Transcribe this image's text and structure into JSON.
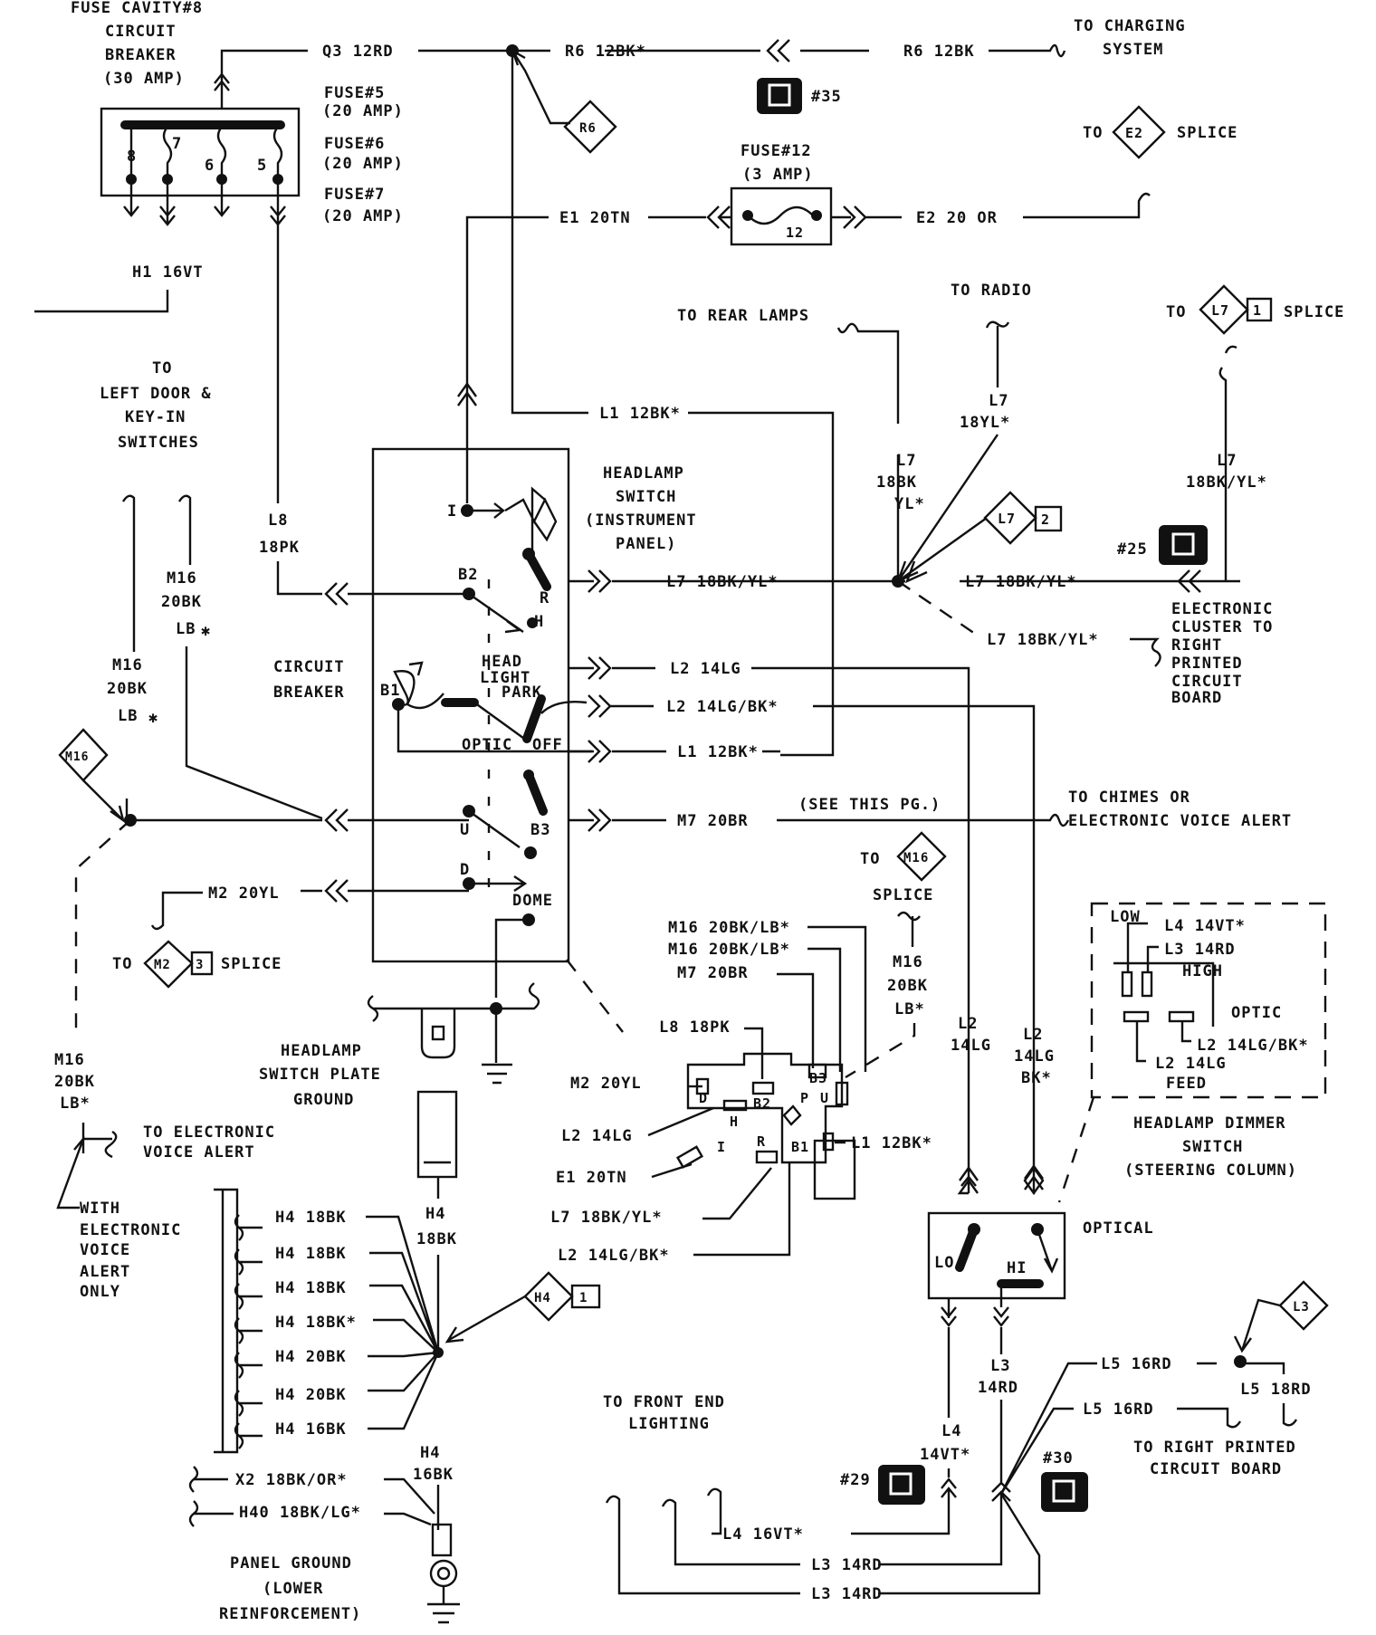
{
  "fuse_cavity": [
    "FUSE CAVITY#8",
    "CIRCUIT",
    "BREAKER",
    "(30 AMP)"
  ],
  "fuse_numbers": [
    "8",
    "7",
    "6",
    "5"
  ],
  "fuse5": [
    "FUSE#5",
    "(20 AMP)"
  ],
  "fuse6": [
    "FUSE#6",
    "(20 AMP)"
  ],
  "fuse7": [
    "FUSE#7",
    "(20 AMP)"
  ],
  "fuse12": [
    "FUSE#12",
    "(3 AMP)"
  ],
  "fuse12_num": "12",
  "wire_h1": "H1 16VT",
  "wire_q3": "Q3 12RD",
  "wire_r6a": "R6 12BK*",
  "wire_r6b": "R6 12BK",
  "to_charging": [
    "TO CHARGING",
    "SYSTEM"
  ],
  "conn35": "#35",
  "diamond_r6": "R6",
  "to_e2": [
    "TO",
    "E2",
    "SPLICE"
  ],
  "wire_e1": "E1 20TN",
  "wire_e2": "E2 20 OR",
  "to_radio": "TO RADIO",
  "to_rear": "TO REAR LAMPS",
  "to_l7": [
    "TO",
    "L7",
    "1",
    "SPLICE"
  ],
  "to_left_door": [
    "TO",
    "LEFT DOOR &",
    "KEY-IN",
    "SWITCHES"
  ],
  "wire_l1_top": "L1 12BK*",
  "wire_l7_18yl": [
    "L7",
    "18YL*"
  ],
  "wire_l7_18bkyl_v": [
    "L7",
    "18BK",
    "YL*"
  ],
  "wire_l7_right": [
    "L7",
    "18BK/YL*"
  ],
  "headlamp_switch": [
    "HEADLAMP",
    "SWITCH",
    "(INSTRUMENT",
    "PANEL)"
  ],
  "wire_l8": [
    "L8",
    "18PK"
  ],
  "term_i": "I",
  "term_b2": "B2",
  "term_r": "R",
  "term_h": "H",
  "head_light": [
    "HEAD",
    "LIGHT"
  ],
  "park": "PARK",
  "term_b1": "B1",
  "optic": "OPTIC",
  "off": "OFF",
  "term_u": "U",
  "term_b3": "B3",
  "term_d": "D",
  "dome": "DOME",
  "diamond_l7_2": [
    "L7",
    "2"
  ],
  "conn25": "#25",
  "wire_l7_mid": "L7 18BK/YL*",
  "wire_l7_mid2": "L7 18BK/YL*",
  "wire_l7_lower": "L7 18BK/YL*",
  "electronic_cluster": [
    "ELECTRONIC",
    "CLUSTER TO",
    "RIGHT",
    "PRINTED",
    "CIRCUIT",
    "BOARD"
  ],
  "wire_m16_a": [
    "M16",
    "20BK",
    "LB"
  ],
  "wire_m16_b": [
    "M16",
    "20BK",
    "LB"
  ],
  "circuit_breaker": [
    "CIRCUIT",
    "BREAKER"
  ],
  "wire_l2_14lg": "L2 14LG",
  "wire_l2_14lgbk": "L2 14LG/BK*",
  "wire_l1_mid": "L1 12BK*",
  "diamond_m16": "M16",
  "wire_m7": "M7 20BR",
  "see_this_pg": "(SEE THIS PG.)",
  "to_chimes": [
    "TO CHIMES OR",
    "ELECTRONIC VOICE ALERT"
  ],
  "wire_m2": "M2 20YL",
  "to_m2_splice": [
    "TO",
    "M2",
    "3",
    "SPLICE"
  ],
  "to_m16_splice": [
    "TO",
    "M16",
    "SPLICE"
  ],
  "wire_m16_c": [
    "M16",
    "20BK",
    "LB*"
  ],
  "conn_labels": [
    "M16 20BK/LB*",
    "M16 20BK/LB*",
    "M7 20BR",
    "L8 18PK",
    "M2 20YL",
    "L2 14LG",
    "E1 20TN",
    "L7 18BK/YL*",
    "L2 14LG/BK*",
    "L1 12BK*"
  ],
  "conn_terms": [
    "B3",
    "U",
    "D",
    "B2",
    "H",
    "P",
    "I",
    "R",
    "B1"
  ],
  "wire_l2_v": [
    "L2",
    "14LG"
  ],
  "wire_l2bk_v": [
    "L2",
    "14LG",
    "BK*"
  ],
  "dimmer_box": [
    "LOW",
    "L4 14VT*",
    "L3 14RD",
    "HIGH",
    "OPTIC",
    "L2 14LG/BK*",
    "L2 14LG",
    "FEED"
  ],
  "dimmer_switch": [
    "HEADLAMP DIMMER",
    "SWITCH",
    "(STEERING COLUMN)"
  ],
  "headlamp_ground": [
    "HEADLAMP",
    "SWITCH PLATE",
    "GROUND"
  ],
  "wire_m16_left": [
    "M16",
    "20BK",
    "LB*"
  ],
  "to_evoice": [
    "TO ELECTRONIC",
    "VOICE ALERT"
  ],
  "with_evoice": [
    "WITH",
    "ELECTRONIC",
    "VOICE",
    "ALERT",
    "ONLY"
  ],
  "wire_h4_list": [
    "H4 18BK",
    "H4 18BK",
    "H4 18BK",
    "H4 18BK*",
    "H4 20BK",
    "H4 20BK",
    "H4 16BK"
  ],
  "wire_h4_v": [
    "H4",
    "18BK"
  ],
  "diamond_h4": [
    "H4",
    "1"
  ],
  "wire_h4_16": [
    "H4",
    "16BK"
  ],
  "wire_x2": "X2 18BK/OR*",
  "wire_h40": "H40 18BK/LG*",
  "panel_ground": [
    "PANEL GROUND",
    "(LOWER",
    "REINFORCEMENT)"
  ],
  "optical": "OPTICAL",
  "lo": "LO",
  "hi": "HI",
  "wire_l3": [
    "L3",
    "14RD"
  ],
  "wire_l4": [
    "L4",
    "14VT*"
  ],
  "wire_l5a": "L5 16RD",
  "wire_l5b": "L5 18RD",
  "wire_l5c": "L5 16RD",
  "diamond_l3": "L3",
  "to_right_pcb": [
    "TO RIGHT PRINTED",
    "CIRCUIT BOARD"
  ],
  "to_front_end": [
    "TO FRONT END",
    "LIGHTING"
  ],
  "conn29": "#29",
  "conn30": "#30",
  "wire_l4_bottom": "L4 16VT*",
  "wire_l3_bottom1": "L3 14RD",
  "wire_l3_bottom2": "L3 14RD"
}
